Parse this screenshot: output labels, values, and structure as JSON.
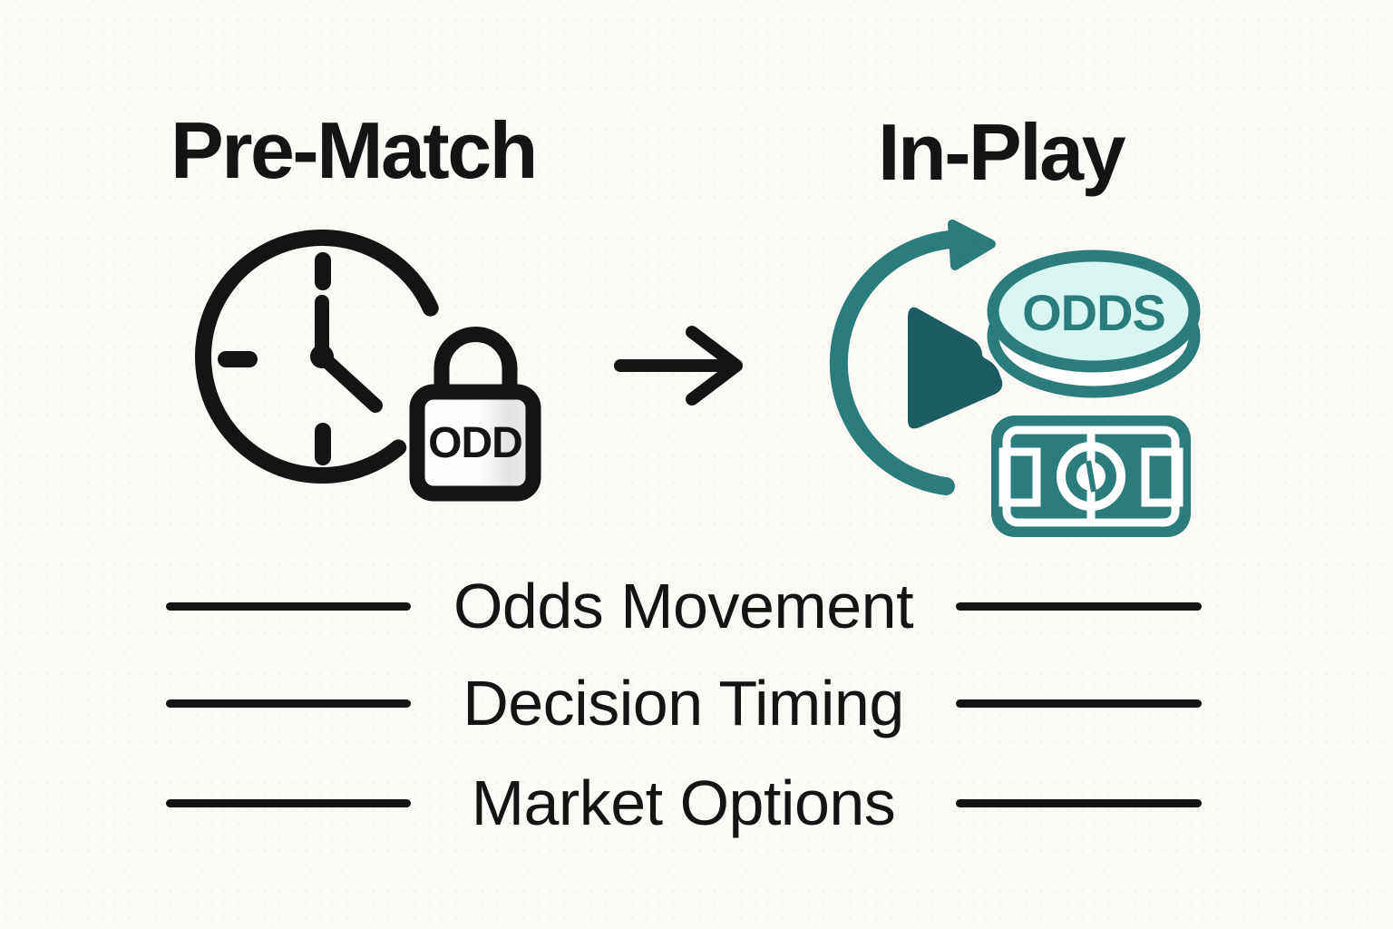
{
  "columns": {
    "left": {
      "title": "Pre-Match"
    },
    "right": {
      "title": "In-Play"
    }
  },
  "left_icon": {
    "name": "clock-with-locked-odds",
    "lock_label": "ODD"
  },
  "right_icon": {
    "name": "live-refresh-play-odds-field",
    "coin_label": "ODDS"
  },
  "comparison_rows": [
    {
      "label": "Odds Movement"
    },
    {
      "label": "Decision Timing"
    },
    {
      "label": "Market Options"
    }
  ],
  "colors": {
    "background": "#fbfaf6",
    "ink": "#141414",
    "teal": "#2a7d7a",
    "dark_teal": "#1d5c61",
    "mint": "#d8f7f3",
    "lock_gray": "#e3e3e3"
  }
}
